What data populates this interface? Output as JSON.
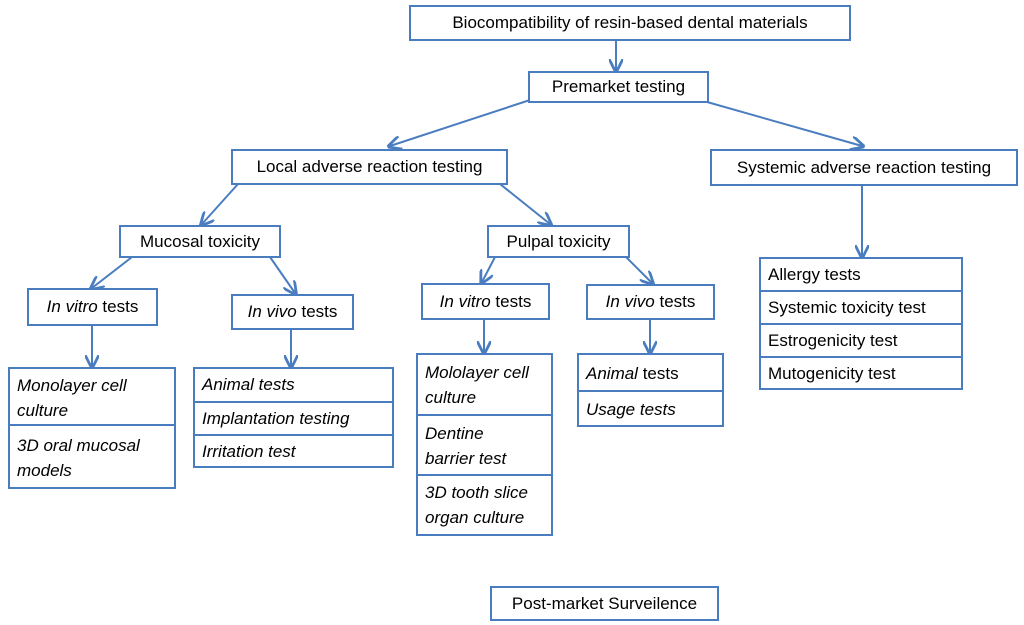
{
  "title": "Biocompatibility  of resin-based dental materials",
  "premarket": "Premarket testing",
  "local": "Local adverse reaction testing",
  "systemic": "Systemic adverse reaction testing",
  "mucosal": "Mucosal toxicity",
  "pulpal": "Pulpal toxicity",
  "mucosal_invitro": {
    "em": "In vitro",
    "rest": " tests"
  },
  "mucosal_invivo": {
    "em": "In vivo",
    "rest": " tests"
  },
  "pulpal_invitro": {
    "em": "In vitro",
    "rest": " tests"
  },
  "pulpal_invivo": {
    "em": "In vivo",
    "rest": " tests"
  },
  "mucosal_invitro_items": [
    "Monolayer cell culture",
    "3D oral mucosal models"
  ],
  "mucosal_invivo_items": [
    "Animal tests",
    "Implantation testing",
    "Irritation test"
  ],
  "pulpal_invitro_items": [
    "Mololayer cell culture",
    "Dentine barrier test",
    "3D tooth slice organ culture"
  ],
  "pulpal_invivo_items": {
    "animal_em": "Animal",
    "animal_rest": " tests",
    "usage": "Usage tests"
  },
  "systemic_items": [
    "Allergy tests",
    "Systemic toxicity test",
    "Estrogenicity test",
    "Mutogenicity test"
  ],
  "postmarket": "Post-market Surveilence",
  "colors": {
    "line": "#4a7dc0"
  }
}
